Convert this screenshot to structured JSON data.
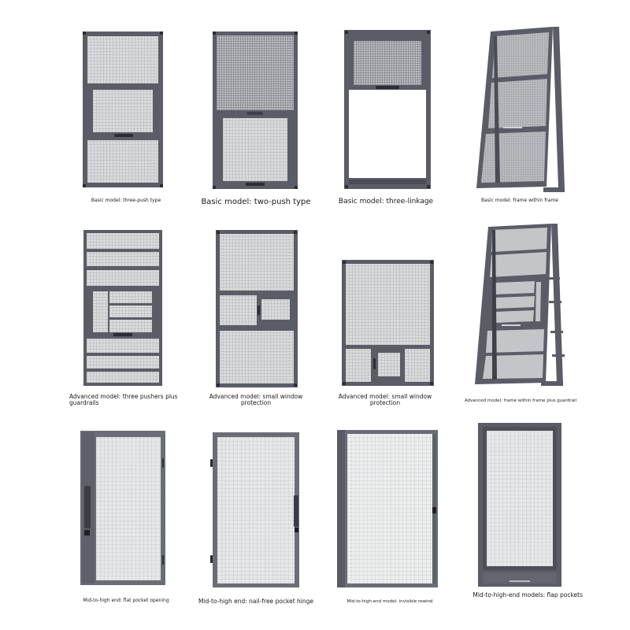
{
  "palette": {
    "frame": "#5a5d66",
    "frame_dark": "#2b2d33",
    "mesh": "#d9dadc",
    "background": "#ffffff",
    "caption_text": "#1a1a1a"
  },
  "rows": [
    {
      "tier": "Basic",
      "items": [
        {
          "id": "r1c1",
          "caption": "Basic model: three-push type",
          "panels": 3,
          "style": "three sliding sashes, handle on middle sash"
        },
        {
          "id": "r1c2",
          "caption": "Basic model: two-push type",
          "panels": 2,
          "style": "two sashes, handle bottom"
        },
        {
          "id": "r1c3",
          "caption": "Basic model: three-linkage",
          "panels": 1,
          "style": "small top mesh panel, open lower frame"
        },
        {
          "id": "r1c4",
          "caption": "Basic model: frame within frame",
          "panels": 3,
          "style": "angled A-frame display"
        }
      ]
    },
    {
      "tier": "Advanced",
      "items": [
        {
          "id": "r2c1",
          "caption": "Advanced model: three pushers plus guardrails",
          "panels": 6,
          "style": "horizontal guardrail bars with inner sash"
        },
        {
          "id": "r2c2",
          "caption": "Advanced model: small window protection",
          "panels": 4,
          "style": "top mesh, two small mid windows, bottom mesh"
        },
        {
          "id": "r2c3",
          "caption": "Advanced model: small window protection",
          "panels": 4,
          "style": "large top mesh, three small bottom windows"
        },
        {
          "id": "r2c4",
          "caption": "Advanced model: frame within frame plus guardrail",
          "panels": 6,
          "style": "angled A-frame display with guardrails"
        }
      ]
    },
    {
      "tier": "Mid-to-high end",
      "items": [
        {
          "id": "r3c1",
          "caption": "Mid-to-high end: flat pocket opening",
          "panels": 1,
          "style": "door with wide left stile and recessed handle"
        },
        {
          "id": "r3c2",
          "caption": "Mid-to-high end: nail-free pocket hinge",
          "panels": 1,
          "style": "door with left hinges and right handle"
        },
        {
          "id": "r3c3",
          "caption": "Mid-to-high-end model: invisible rewind",
          "panels": 1,
          "style": "roller screen with side cassette"
        },
        {
          "id": "r3c4",
          "caption": "Mid-to-high-end models: flap pockets",
          "panels": 1,
          "style": "full mesh with bottom flap pocket"
        }
      ]
    }
  ]
}
